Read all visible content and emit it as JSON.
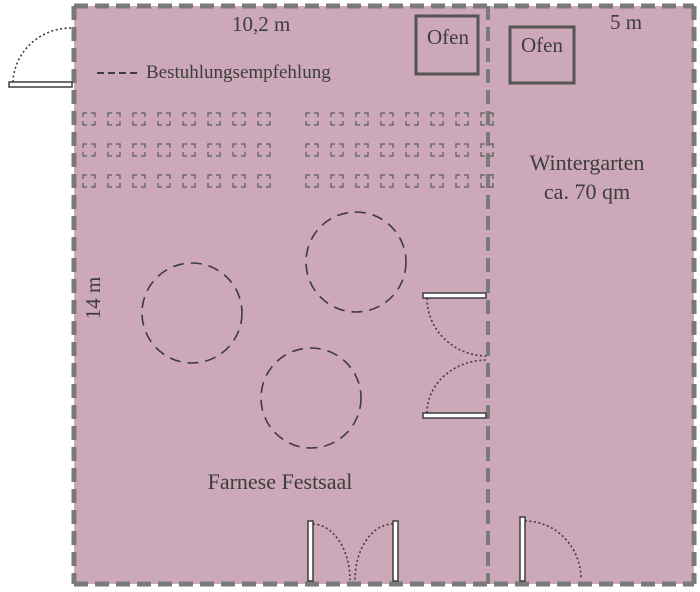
{
  "colors": {
    "floor": "#cca8b8",
    "wall": "#7a7a7a",
    "ink": "#3d3d3d",
    "chair": "#6a6a6a"
  },
  "labels": {
    "width_main": "10,2 m",
    "width_winter": "5 m",
    "height_main": "14 m",
    "legend": "Bestuhlungsempfehlung",
    "oven_main": "Ofen",
    "oven_winter": "Ofen",
    "winter_name": "Wintergarten",
    "winter_area": "ca. 70 qm",
    "hall_name": "Farnese Festsaal"
  },
  "seating": {
    "left_block": {
      "rows": 3,
      "chairs_per_row": 8
    },
    "right_block": {
      "rows": 3,
      "chairs_per_row": 8
    },
    "round_tables": 3
  },
  "doors": [
    "entrance-left",
    "partition-upper",
    "partition-lower",
    "bottom-left-a",
    "bottom-left-b",
    "bottom-winter"
  ]
}
